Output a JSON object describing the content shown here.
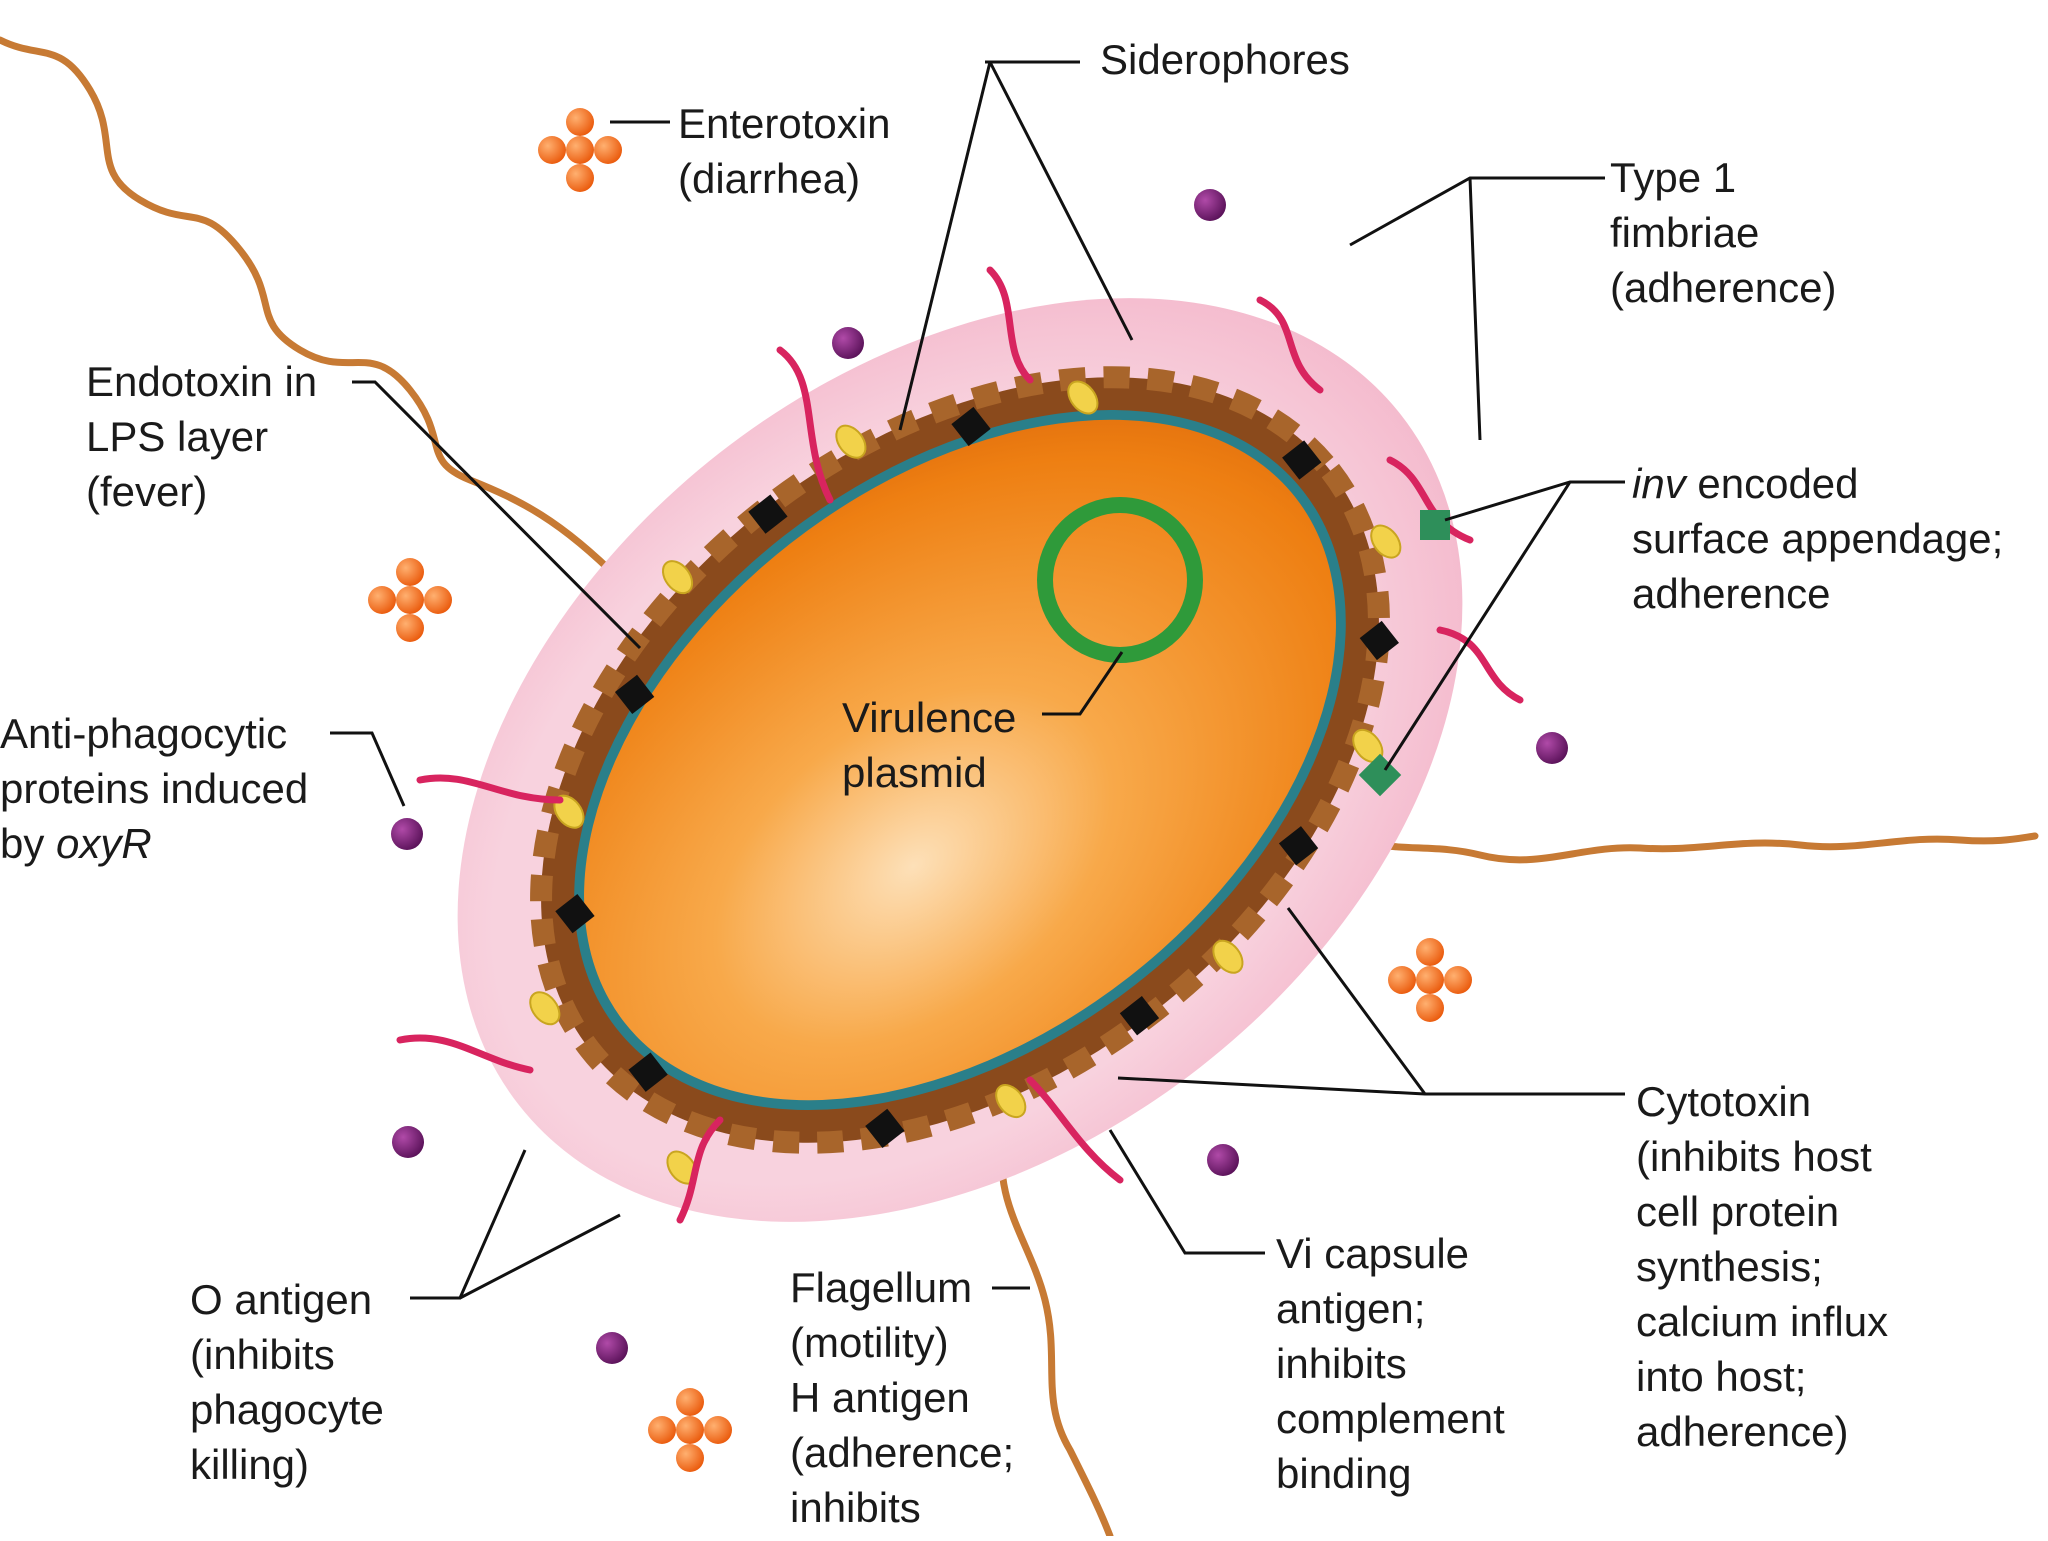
{
  "colors": {
    "background": "#ffffff",
    "capsule_pink": "#f6c6d6",
    "lps_brown": "#8a4a1c",
    "membrane_teal": "#2a7f8a",
    "cytoplasm_orange": "#f08a1a",
    "plasmid_green": "#2f9a3a",
    "flagellum_tan": "#c77a34",
    "fimbriae_magenta": "#d8245f",
    "siderophore_black": "#111111",
    "o_antigen_yellow": "#f2d24a",
    "inv_green": "#2e8f5a",
    "toxin_orange": "#f06a14",
    "phagocytic_protein_purple": "#7a1f78",
    "leader_line": "#111111"
  },
  "labels": {
    "siderophores": "Siderophores",
    "enterotoxin": [
      "Enterotoxin",
      "(diarrhea)"
    ],
    "type1_fimbriae": [
      "Type 1",
      "fimbriae",
      "(adherence)"
    ],
    "endotoxin": [
      "Endotoxin in",
      "LPS layer",
      "(fever)"
    ],
    "inv": {
      "italic": "inv",
      "line1_rest": " encoded",
      "line2": "surface appendage;",
      "line3": "adherence"
    },
    "anti_phagocytic": {
      "line1": "Anti-phagocytic",
      "line2": "proteins induced",
      "line3_plain": "by ",
      "line3_italic": "oxyR"
    },
    "virulence_plasmid": [
      "Virulence",
      "plasmid"
    ],
    "cytotoxin": [
      "Cytotoxin",
      "(inhibits host",
      "cell protein",
      "synthesis;",
      "calcium influx",
      "into host;",
      "adherence)"
    ],
    "vi_capsule": [
      "Vi capsule",
      "antigen;",
      "inhibits",
      "complement",
      "binding"
    ],
    "o_antigen": [
      "O antigen",
      "(inhibits",
      "phagocyte",
      "killing)"
    ],
    "flagellum": [
      "Flagellum",
      "(motility)",
      "H antigen",
      "(adherence;",
      "inhibits"
    ]
  }
}
